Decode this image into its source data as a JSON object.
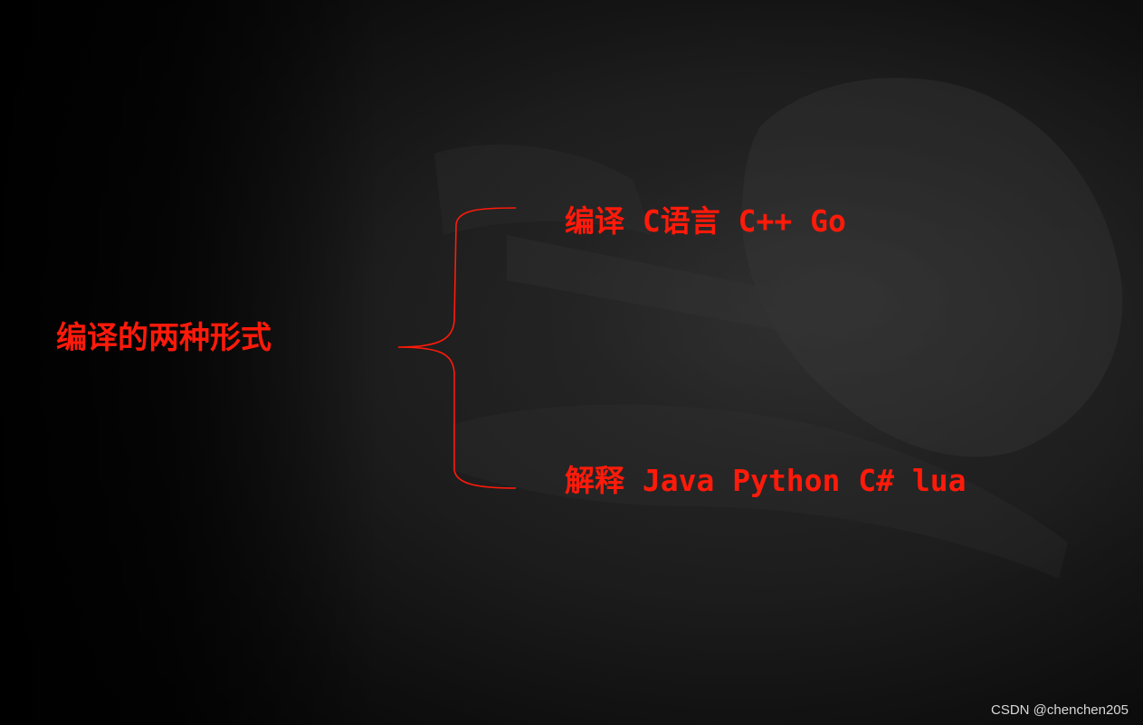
{
  "title": "编译的两种形式",
  "branches": [
    {
      "label": "编译 C语言 C++ Go"
    },
    {
      "label": "解释 Java Python C# lua"
    }
  ],
  "watermark": "CSDN @chenchen205",
  "colors": {
    "accent": "#ff1a0a",
    "background": "#1c1c1c",
    "watermark": "#d8d8d8"
  }
}
